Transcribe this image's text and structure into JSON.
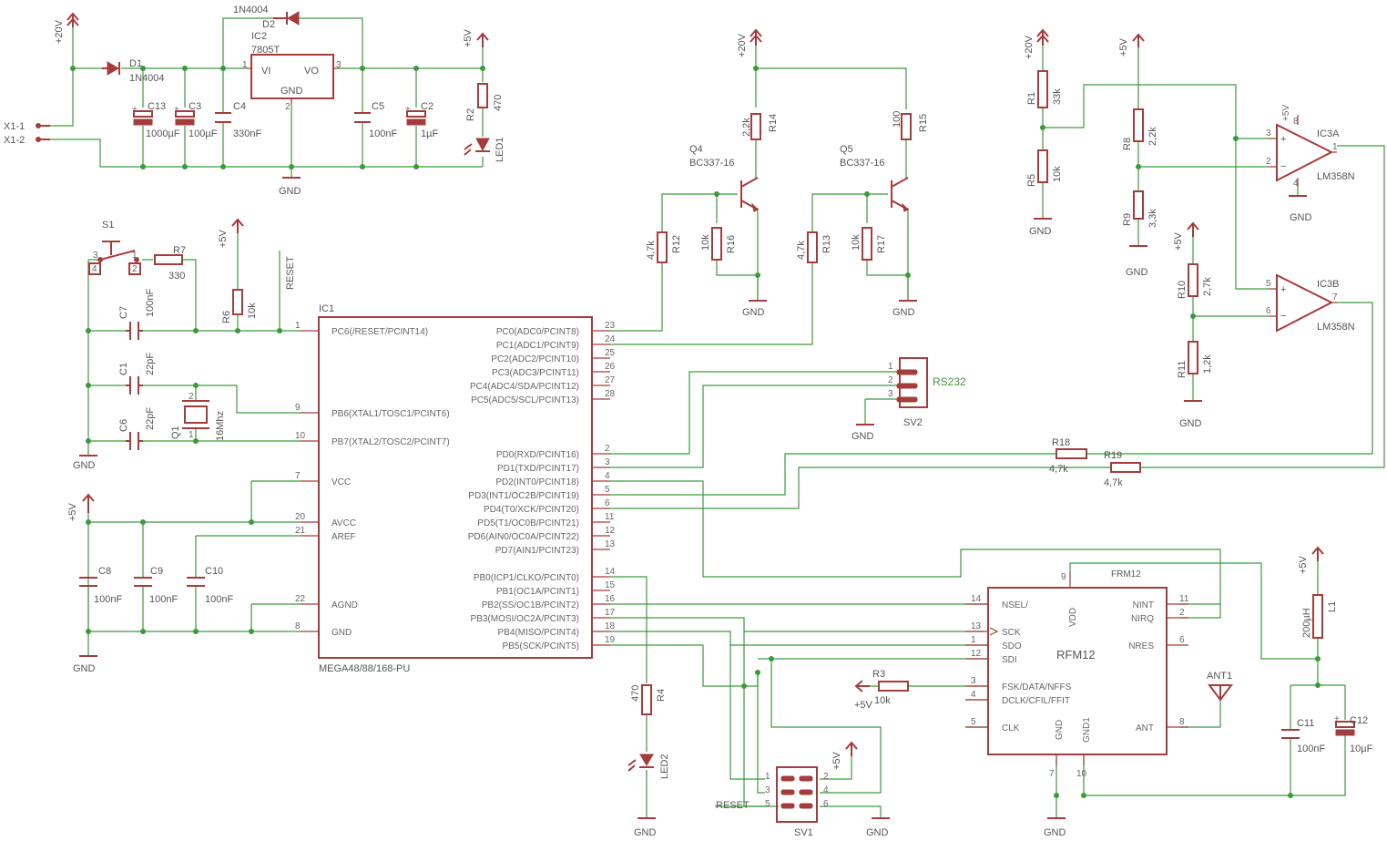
{
  "labels": {
    "x1_1": "X1-1",
    "x1_2": "X1-2",
    "p20v": "+20V",
    "p5v": "+5V",
    "gnd": "GND",
    "d1": "D1",
    "d1v": "1N4004",
    "d2": "D2",
    "d2v": "1N4004",
    "ic2": "IC2",
    "ic2v": "7805T",
    "vi": "VI",
    "vo": "VO",
    "icgnd": "GND",
    "c13": "C13",
    "c13v": "1000µF",
    "c3": "C3",
    "c3v": "100µF",
    "c4": "C4",
    "c4v": "330nF",
    "c5": "C5",
    "c5v": "100nF",
    "c2": "C2",
    "c2v": "1µF",
    "r2": "R2",
    "r2v": "470",
    "led1": "LED1",
    "s1": "S1",
    "r7": "R7",
    "r7v": "330",
    "r6": "R6",
    "r6v": "10k",
    "reset": "RESET",
    "c7": "C7",
    "c7v": "100nF",
    "c1": "C1",
    "c1v": "22pF",
    "c6": "C6",
    "c6v": "22pF",
    "q1": "Q1",
    "q1v": "16Mhz",
    "c8": "C8",
    "c8v": "100nF",
    "c9": "C9",
    "c9v": "100nF",
    "c10": "C10",
    "c10v": "100nF",
    "ic1": "IC1",
    "ic1v": "MEGA48/88/168-PU",
    "q4": "Q4",
    "q4v": "BC337-16",
    "q5": "Q5",
    "q5v": "BC337-16",
    "r14": "R14",
    "r14v": "2,2k",
    "r15": "R15",
    "r15v": "100",
    "r12": "R12",
    "r12v": "4,7k",
    "r16": "R16",
    "r16v": "10k",
    "r13": "R13",
    "r13v": "4,7k",
    "r17": "R17",
    "r17v": "10k",
    "rs232": "RS232",
    "sv2": "SV2",
    "r18": "R18",
    "r18v": "4,7k",
    "r19": "R19",
    "r19v": "4,7k",
    "r1": "R1",
    "r1v": "33k",
    "r5": "R5",
    "r5v": "10k",
    "r8": "R8",
    "r8v": "2,2k",
    "r9": "R9",
    "r9v": "3,3k",
    "r10": "R10",
    "r10v": "2,7k",
    "r11": "R11",
    "r11v": "1,2k",
    "ic3a": "IC3A",
    "ic3b": "IC3B",
    "lm358": "LM358N",
    "r4": "R4",
    "r4v": "470",
    "led2": "LED2",
    "r3": "R3",
    "r3v": "10k",
    "sv1": "SV1",
    "frm12": "FRM12",
    "rfm12": "RFM12",
    "ant1": "ANT1",
    "l1": "L1",
    "l1v": "200µH",
    "c11": "C11",
    "c11v": "100nF",
    "c12": "C12",
    "c12v": "10µF"
  },
  "ic1_left": [
    {
      "num": "1",
      "name": "PC6(/RESET/PCINT14)"
    },
    {
      "num": "9",
      "name": "PB6(XTAL1/TOSC1/PCINT6)"
    },
    {
      "num": "10",
      "name": "PB7(XTAL2/TOSC2/PCINT7)"
    },
    {
      "num": "7",
      "name": "VCC"
    },
    {
      "num": "20",
      "name": "AVCC"
    },
    {
      "num": "21",
      "name": "AREF"
    },
    {
      "num": "22",
      "name": "AGND"
    },
    {
      "num": "8",
      "name": "GND"
    }
  ],
  "ic1_right": [
    {
      "num": "23",
      "name": "PC0(ADC0/PCINT8)"
    },
    {
      "num": "24",
      "name": "PC1(ADC1/PCINT9)"
    },
    {
      "num": "25",
      "name": "PC2(ADC2/PCINT10)"
    },
    {
      "num": "26",
      "name": "PC3(ADC3/PCINT11)"
    },
    {
      "num": "27",
      "name": "PC4(ADC4/SDA/PCINT12)"
    },
    {
      "num": "28",
      "name": "PC5(ADC5/SCL/PCINT13)"
    },
    {
      "num": "2",
      "name": "PD0(RXD/PCINT16)"
    },
    {
      "num": "3",
      "name": "PD1(TXD/PCINT17)"
    },
    {
      "num": "4",
      "name": "PD2(INT0/PCINT18)"
    },
    {
      "num": "5",
      "name": "PD3(INT1/OC2B/PCINT19)"
    },
    {
      "num": "6",
      "name": "PD4(T0/XCK/PCINT20)"
    },
    {
      "num": "11",
      "name": "PD5(T1/OC0B/PCINT21)"
    },
    {
      "num": "12",
      "name": "PD6(AIN0/OC0A/PCINT22)"
    },
    {
      "num": "13",
      "name": "PD7(AIN1/PCINT23)"
    },
    {
      "num": "14",
      "name": "PB0(ICP1/CLKO/PCINT0)"
    },
    {
      "num": "15",
      "name": "PB1(OC1A/PCINT1)"
    },
    {
      "num": "16",
      "name": "PB2(SS/OC1B/PCINT2)"
    },
    {
      "num": "17",
      "name": "PB3(MOSI/OC2A/PCINT3)"
    },
    {
      "num": "18",
      "name": "PB4(MISO/PCINT4)"
    },
    {
      "num": "19",
      "name": "PB5(SCK/PCINT5)"
    }
  ],
  "rfm12_left": [
    {
      "num": "14",
      "name": "NSEL/"
    },
    {
      "num": "13",
      "name": "SCK"
    },
    {
      "num": "1",
      "name": "SDO"
    },
    {
      "num": "12",
      "name": "SDI"
    },
    {
      "num": "3",
      "name": "FSK/DATA/NFFS"
    },
    {
      "num": "4",
      "name": "DCLK/CFIL/FFIT"
    },
    {
      "num": "5",
      "name": "CLK"
    }
  ],
  "rfm12_right": [
    {
      "num": "11",
      "name": "NINT"
    },
    {
      "num": "2",
      "name": "NIRQ"
    },
    {
      "num": "6",
      "name": "NRES"
    },
    {
      "num": "8",
      "name": "ANT"
    }
  ],
  "rfm12_bottom": [
    {
      "num": "9",
      "name": "VDD"
    },
    {
      "num": "7",
      "name": "GND"
    },
    {
      "num": "10",
      "name": "GND1"
    }
  ]
}
